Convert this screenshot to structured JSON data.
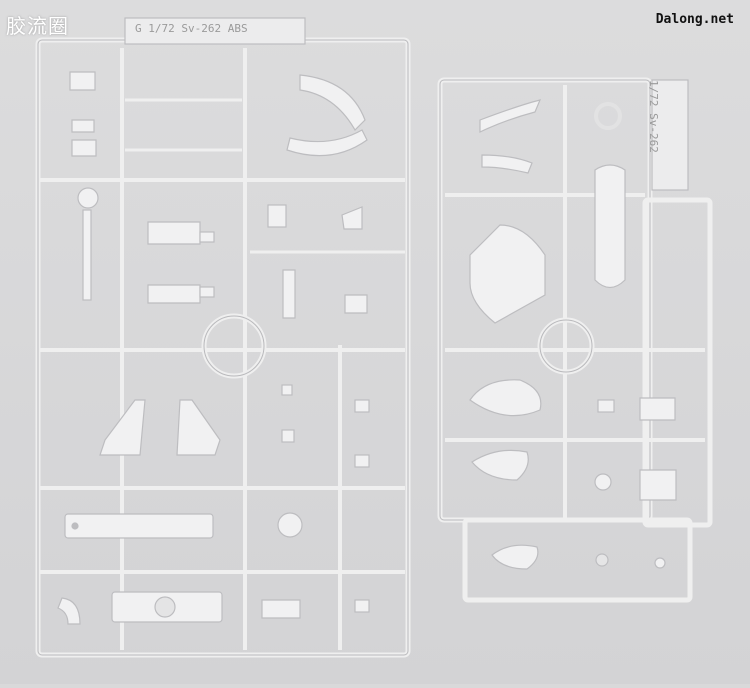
{
  "watermarks": {
    "source_cn": "胶流圈",
    "source_site": "Dalong.net"
  },
  "runners": {
    "left": {
      "label": "G  1/72  Sv-262  ABS"
    },
    "right": {
      "label": "1/72  Sv-262"
    }
  },
  "colors": {
    "background": "#d9d9da",
    "plastic": "#f1f1f2",
    "plastic_shadow": "#bdbdc0"
  }
}
